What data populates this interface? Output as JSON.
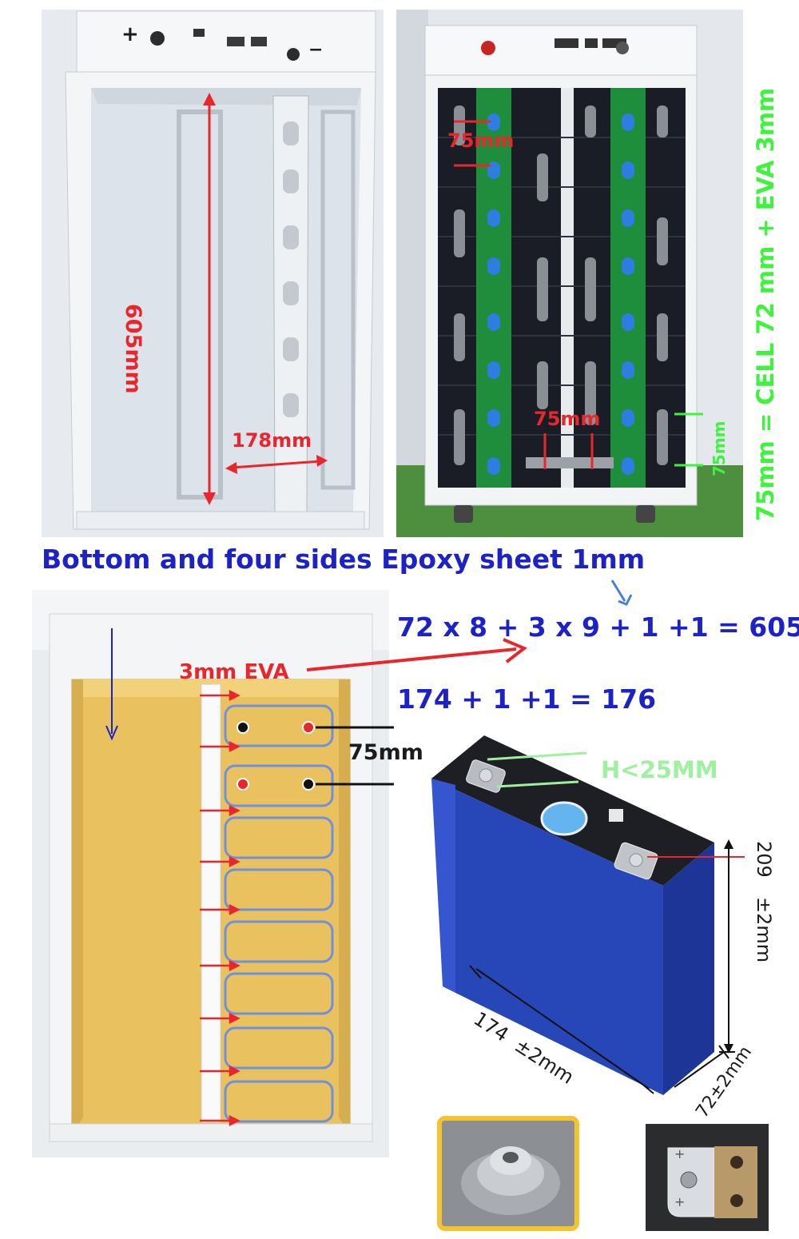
{
  "colors": {
    "red": "#e8262b",
    "blue": "#1c22c6",
    "green": "#3ef23e",
    "dark": "#1b1b1b",
    "panel_gray": "#e9edf0",
    "epoxy_yellow": "#e9c25f",
    "cell_blue": "#2746b8",
    "pcb_green": "#1f8e3c"
  },
  "icons": {
    "plus": "+",
    "minus": "−",
    "plusminus": "±"
  },
  "top_left_photo": {
    "height_label": "605mm",
    "width_label": "178mm"
  },
  "top_right_photo": {
    "pitch_label_top": "75mm",
    "pitch_label_bottom": "75mm",
    "pitch_label_right": "75mm",
    "vertical_note": "75mm = CELL 72 mm + EVA 3mm"
  },
  "epoxy_note": "Bottom and four sides Epoxy sheet 1mm",
  "formula_1": "72 x 8 + 3 x 9 + 1 +1 = 605",
  "formula_2": "174 + 1 +1 = 176",
  "bottom_left_photo": {
    "eva_label": "3mm EVA",
    "pitch_label": "75mm"
  },
  "cell_diagram": {
    "terminal_height_label": "H<25MM",
    "height_value": "209",
    "height_tolerance": "±2mm",
    "width_label": "174  ±2mm",
    "depth_label": "72±2mm"
  }
}
